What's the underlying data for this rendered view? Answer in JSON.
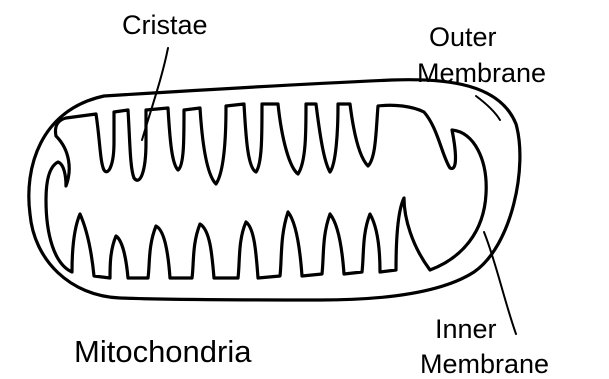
{
  "labels": {
    "cristae": "Cristae",
    "outer_membrane_line1": "Outer",
    "outer_membrane_line2": "Membrane",
    "inner_membrane_line1": "Inner",
    "inner_membrane_line2": "Membrane",
    "title": "Mitochondria"
  },
  "colors": {
    "ink": "#000000",
    "background": "#ffffff"
  }
}
